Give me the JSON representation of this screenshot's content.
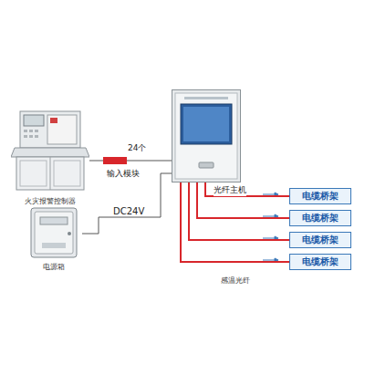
{
  "diagram": {
    "nodes": [
      {
        "text": [
          "火灾报警控制器"
        ]
      },
      {
        "text": [
          "24个",
          "输入模块"
        ]
      },
      {
        "text": [
          "电源箱"
        ]
      },
      {
        "text": [
          "光纤主机"
        ]
      },
      {
        "text": [
          "电缆桥架"
        ]
      },
      {
        "text": [
          "电缆桥架"
        ]
      },
      {
        "text": [
          "电缆桥架"
        ]
      },
      {
        "text": [
          "电缆桥架"
        ]
      }
    ],
    "edges": [
      {
        "from": 0,
        "to": 1,
        "arrow": "none"
      },
      {
        "from": 1,
        "to": 3,
        "arrow": "none"
      },
      {
        "from": 2,
        "to": 3,
        "label": "DC24V",
        "arrow": "none"
      },
      {
        "from": 3,
        "to": 4,
        "arrow": "none"
      },
      {
        "from": 3,
        "to": 5,
        "arrow": "none"
      },
      {
        "from": 3,
        "to": 6,
        "arrow": "none"
      },
      {
        "from": 3,
        "to": 7,
        "arrow": "none"
      }
    ],
    "labels": [
      "感温光纤"
    ]
  }
}
